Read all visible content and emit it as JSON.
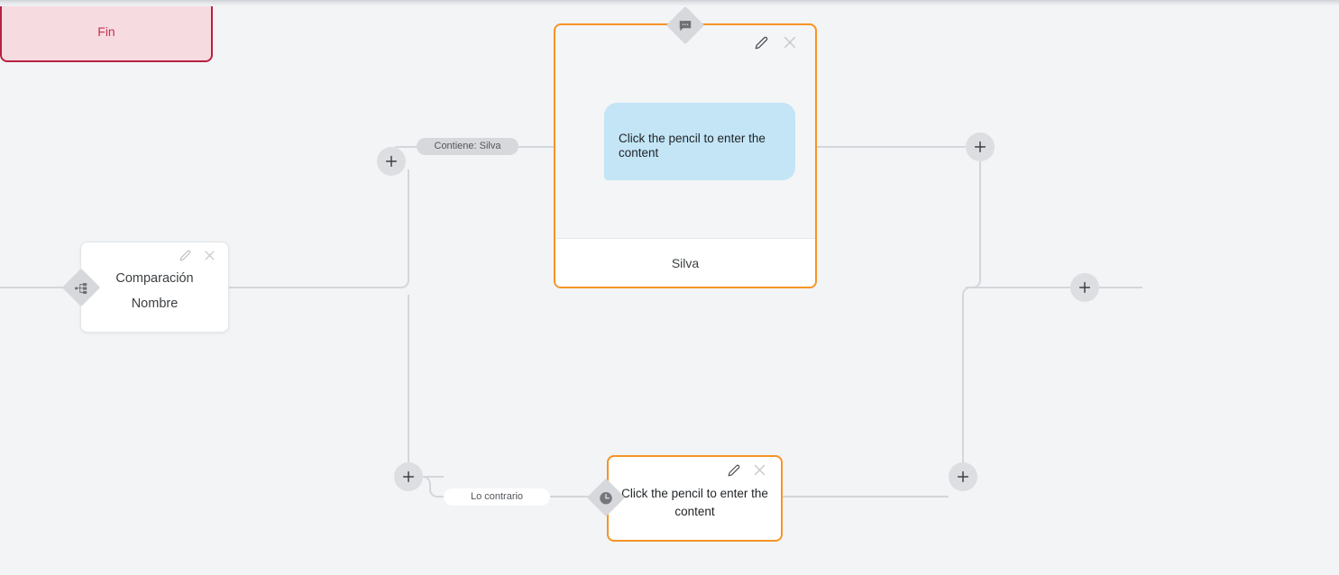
{
  "canvas": {
    "background_color": "#f2f4f6",
    "edge_color": "#d3d6da"
  },
  "nodes": {
    "compare": {
      "name": "compare-node",
      "badge_icon": "branch-icon",
      "title": "Comparación",
      "subtitle": "Nombre",
      "edit_icon": "pencil-icon",
      "close_icon": "close-icon"
    },
    "message": {
      "name": "message-node",
      "badge_icon": "speech-bubble-icon",
      "bubble_text": "Click the pencil to enter the content",
      "footer_label": "Silva",
      "edit_icon": "pencil-icon",
      "close_icon": "close-icon",
      "accent_color": "#f59425",
      "bubble_color": "#c3e5f6"
    },
    "delay": {
      "name": "delay-node",
      "badge_icon": "clock-icon",
      "text": "Click the pencil to enter the content",
      "edit_icon": "pencil-icon",
      "close_icon": "close-icon",
      "accent_color": "#f59425"
    },
    "end": {
      "name": "end-node",
      "label": "Fin",
      "border_color": "#b9213f",
      "fill_color": "#f6dbe0",
      "text_color": "#c43350"
    }
  },
  "edge_labels": [
    {
      "text": "Contiene: Silva",
      "style": "gray"
    },
    {
      "text": "Lo contrario",
      "style": "white"
    }
  ],
  "add_buttons": [
    {
      "name": "add-node-branch-true"
    },
    {
      "name": "add-node-branch-false"
    },
    {
      "name": "add-node-after-message"
    },
    {
      "name": "add-node-after-delay"
    },
    {
      "name": "add-node-before-end"
    }
  ]
}
